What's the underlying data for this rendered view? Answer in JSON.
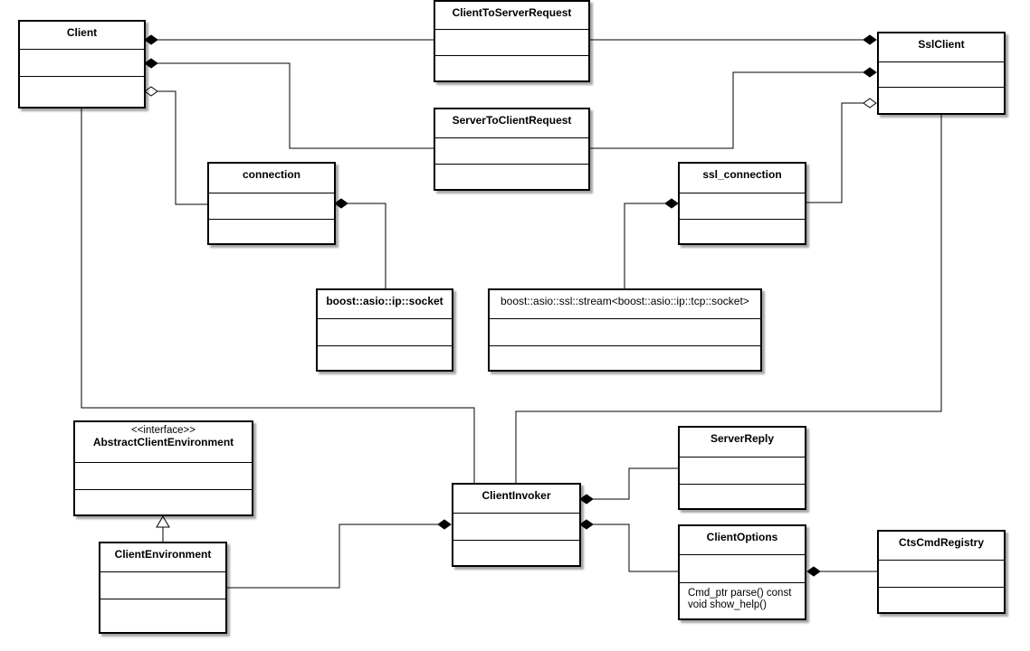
{
  "diagram": {
    "classes": {
      "client": {
        "name": "Client"
      },
      "client_to_server_request": {
        "name": "ClientToServerRequest"
      },
      "ssl_client": {
        "name": "SslClient"
      },
      "server_to_client_request": {
        "name": "ServerToClientRequest"
      },
      "connection": {
        "name": "connection"
      },
      "ssl_connection": {
        "name": "ssl_connection"
      },
      "boost_socket": {
        "name": "boost::asio::ip::socket"
      },
      "boost_ssl_stream": {
        "name": "boost::asio::ssl::stream<boost::asio::ip::tcp::socket>"
      },
      "abstract_client_environment": {
        "stereotype": "<<interface>>",
        "name": "AbstractClientEnvironment"
      },
      "client_environment": {
        "name": "ClientEnvironment"
      },
      "client_invoker": {
        "name": "ClientInvoker"
      },
      "server_reply": {
        "name": "ServerReply"
      },
      "client_options": {
        "name": "ClientOptions",
        "operations": [
          "Cmd_ptr parse() const",
          "void show_help()"
        ]
      },
      "cts_cmd_registry": {
        "name": "CtsCmdRegistry"
      }
    },
    "relationships": [
      {
        "from": "Client",
        "to": "ClientToServerRequest",
        "kind": "composition"
      },
      {
        "from": "SslClient",
        "to": "ClientToServerRequest",
        "kind": "composition"
      },
      {
        "from": "Client",
        "to": "ServerToClientRequest",
        "kind": "composition"
      },
      {
        "from": "SslClient",
        "to": "ServerToClientRequest",
        "kind": "composition"
      },
      {
        "from": "Client",
        "to": "connection",
        "kind": "aggregation"
      },
      {
        "from": "SslClient",
        "to": "ssl_connection",
        "kind": "aggregation"
      },
      {
        "from": "connection",
        "to": "boost::asio::ip::socket",
        "kind": "composition"
      },
      {
        "from": "ssl_connection",
        "to": "boost::asio::ssl::stream<boost::asio::ip::tcp::socket>",
        "kind": "composition"
      },
      {
        "from": "ClientEnvironment",
        "to": "AbstractClientEnvironment",
        "kind": "realization"
      },
      {
        "from": "ClientInvoker",
        "to": "ClientEnvironment",
        "kind": "composition"
      },
      {
        "from": "ClientInvoker",
        "to": "ServerReply",
        "kind": "composition"
      },
      {
        "from": "ClientInvoker",
        "to": "ClientOptions",
        "kind": "composition"
      },
      {
        "from": "ClientOptions",
        "to": "CtsCmdRegistry",
        "kind": "composition"
      },
      {
        "from": "Client",
        "to": "ClientInvoker",
        "kind": "association"
      },
      {
        "from": "SslClient",
        "to": "ClientInvoker",
        "kind": "association"
      }
    ]
  }
}
